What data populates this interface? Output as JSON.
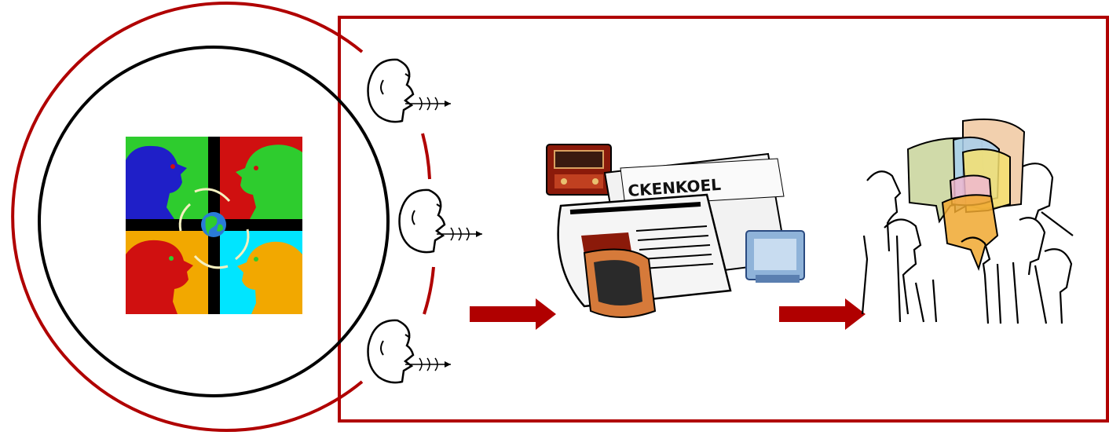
{
  "diagram": {
    "colors": {
      "frame": "#b00000",
      "outer_circle": "#b00000",
      "inner_circle": "#000000",
      "arrow": "#b00000",
      "panel_blue": "#1f1fc8",
      "panel_green": "#2ecc2e",
      "panel_red": "#d01010",
      "panel_yellow": "#f2a800",
      "panel_cyan": "#00e5ff"
    },
    "nodes": [
      {
        "id": "dialogue-circle",
        "icon": "people-exchange-icon"
      },
      {
        "id": "speaking-heads",
        "icon": "speaking-head-icon",
        "count": 3
      },
      {
        "id": "mass-media",
        "icon": "media-collection-icon",
        "newspaper_masthead": "CKENKOEL"
      },
      {
        "id": "public-discussion",
        "icon": "crowd-discussion-icon"
      }
    ],
    "edges": [
      {
        "from": "speaking-heads",
        "to": "mass-media"
      },
      {
        "from": "mass-media",
        "to": "public-discussion"
      }
    ]
  }
}
